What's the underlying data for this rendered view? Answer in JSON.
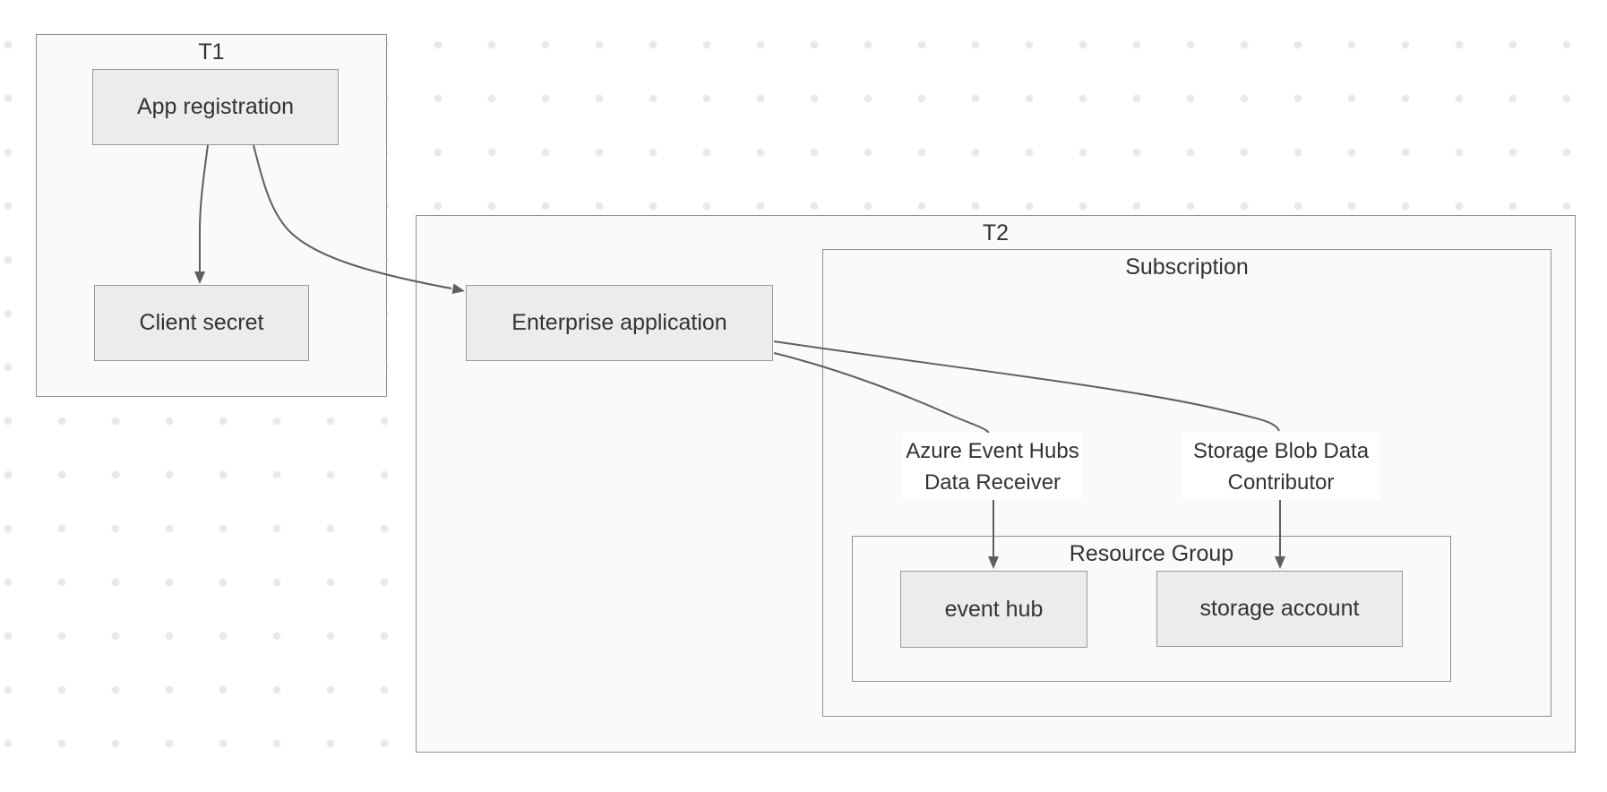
{
  "canvas": {
    "background_color": "#ffffff",
    "dot_grid_color": "#e9e9e9"
  },
  "colors": {
    "node_fill": "#ececec",
    "node_border": "#999999",
    "cluster_fill": "#fafafa",
    "cluster_border": "#8f8f8f",
    "edge_stroke": "#5f5f5f",
    "text": "#333333",
    "edge_label_background": "#ffffff"
  },
  "containers": {
    "t1": {
      "label": "T1"
    },
    "t2": {
      "label": "T2"
    },
    "subscription": {
      "label": "Subscription"
    },
    "resource_group": {
      "label": "Resource Group"
    }
  },
  "nodes": {
    "app_registration": {
      "label": "App registration"
    },
    "client_secret": {
      "label": "Client secret"
    },
    "enterprise_application": {
      "label": "Enterprise application"
    },
    "event_hub": {
      "label": "event hub"
    },
    "storage_account": {
      "label": "storage account"
    }
  },
  "edge_labels": {
    "event_hubs_role": {
      "line1": "Azure Event Hubs",
      "line2": "Data Receiver"
    },
    "storage_role": {
      "line1": "Storage Blob Data",
      "line2": "Contributor"
    }
  },
  "edges": [
    {
      "from": "App registration",
      "to": "Client secret",
      "label": ""
    },
    {
      "from": "App registration",
      "to": "Enterprise application",
      "label": ""
    },
    {
      "from": "Enterprise application",
      "to": "event hub",
      "label": "Azure Event Hubs Data Receiver"
    },
    {
      "from": "Enterprise application",
      "to": "storage account",
      "label": "Storage Blob Data Contributor"
    }
  ]
}
